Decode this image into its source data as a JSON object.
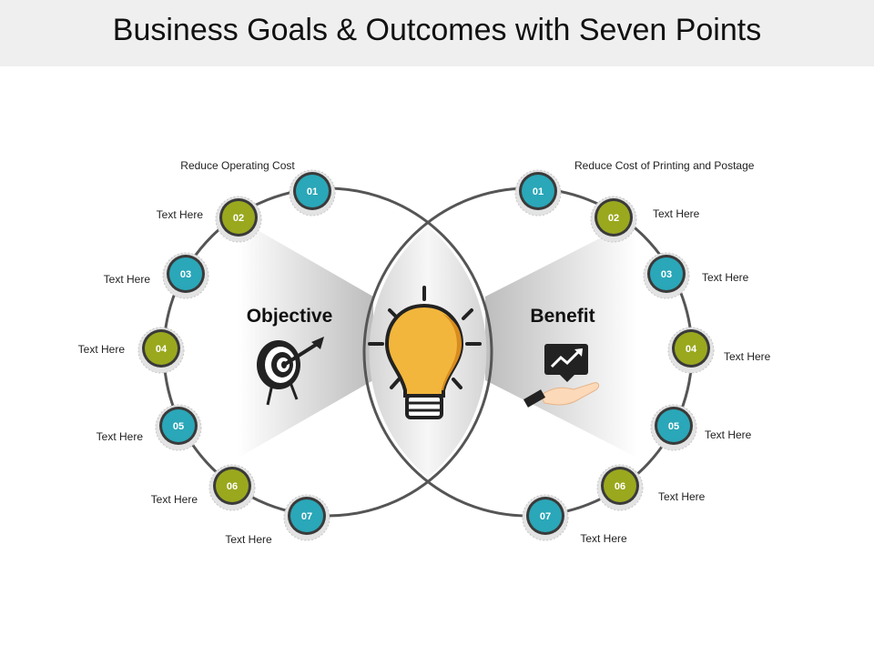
{
  "title": "Business Goals & Outcomes with Seven Points",
  "objective": {
    "heading": "Objective",
    "points": [
      {
        "num": "01",
        "label": "Reduce Operating Cost"
      },
      {
        "num": "02",
        "label": "Text Here"
      },
      {
        "num": "03",
        "label": "Text Here"
      },
      {
        "num": "04",
        "label": "Text Here"
      },
      {
        "num": "05",
        "label": "Text Here"
      },
      {
        "num": "06",
        "label": "Text Here"
      },
      {
        "num": "07",
        "label": "Text Here"
      }
    ]
  },
  "benefit": {
    "heading": "Benefit",
    "points": [
      {
        "num": "01",
        "label": "Reduce Cost of Printing and Postage"
      },
      {
        "num": "02",
        "label": "Text Here"
      },
      {
        "num": "03",
        "label": "Text Here"
      },
      {
        "num": "04",
        "label": "Text Here"
      },
      {
        "num": "05",
        "label": "Text Here"
      },
      {
        "num": "06",
        "label": "Text Here"
      },
      {
        "num": "07",
        "label": "Text Here"
      }
    ]
  },
  "colors": {
    "teal": "#2aa7b8",
    "olive": "#9aa81e",
    "bulb": "#f2b63c",
    "ring": "#555555"
  },
  "icons": {
    "center": "light-bulb-icon",
    "objective": "target-arrow-icon",
    "benefit": "hand-growth-chart-icon"
  }
}
